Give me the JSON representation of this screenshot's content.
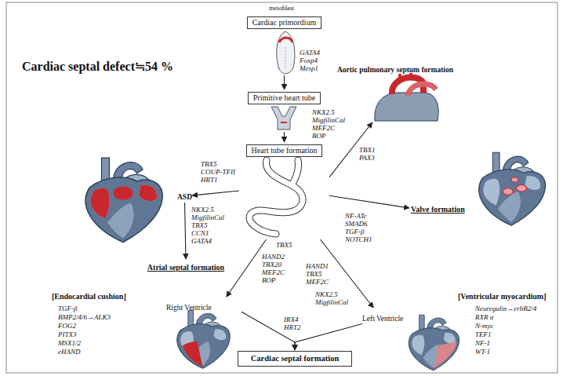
{
  "diagram": {
    "nodes": [
      {
        "text": [
          "Cardiac primordium"
        ]
      },
      {
        "text": [
          "Primitive heart tube"
        ]
      },
      {
        "text": [
          "Heart tube formation"
        ]
      },
      {
        "text": [
          "Aortic pulmonary septum formation"
        ]
      },
      {
        "text": [
          "Valve formation"
        ]
      },
      {
        "text": [
          "ASD"
        ]
      },
      {
        "text": [
          "Atrial septal formation"
        ]
      },
      {
        "text": [
          "Right Ventricle"
        ]
      },
      {
        "text": [
          "Left Ventricle"
        ]
      },
      {
        "text": [
          "Cardiac septal formation"
        ]
      }
    ],
    "edges": [
      {
        "from": 0,
        "to": 1,
        "arrow": "to"
      },
      {
        "from": 1,
        "to": 2,
        "arrow": "to"
      },
      {
        "from": 2,
        "to": 3,
        "arrow": "to"
      },
      {
        "from": 2,
        "to": 4,
        "arrow": "to"
      },
      {
        "from": 2,
        "to": 5,
        "arrow": "to"
      },
      {
        "from": 5,
        "to": 6,
        "arrow": "to"
      },
      {
        "from": 2,
        "to": 7,
        "arrow": "to"
      },
      {
        "from": 2,
        "to": 8,
        "arrow": "to"
      },
      {
        "from": 7,
        "to": 9,
        "arrow": "to"
      },
      {
        "from": 8,
        "to": 9,
        "arrow": "to"
      }
    ],
    "labels": [
      "mesoblast",
      "GATA4",
      "Foxp4",
      "Mesp1",
      "Cardiac septal defect≒54 %",
      "NKX2.5",
      "MigfilinCal",
      "MEF2C",
      "BOP",
      "TBX1",
      "PAX3",
      "TBX5",
      "COUP-TFII",
      "HRT1",
      "NF-ATc",
      "SMAD6",
      "TGF-β",
      "NOTCH1",
      "NKX2.5",
      "MigfilinCal",
      "TBX5",
      "CCN1",
      "GATA4",
      "TBX5",
      "HAND2",
      "TBX20",
      "MEF2C",
      "BOP",
      "HAND1",
      "TBX5",
      "MEF2C",
      "[Endocardial cushion]",
      "TGF-β",
      "BMP2/4/6→ALK3",
      "FOG2",
      "PITX3",
      "MSX1/2",
      "eHAND",
      "[Ventricular myocardium]",
      "Neuregulin→erbB2/4",
      "RXR α",
      "N-myc",
      "TEF1",
      "NF-1",
      "WT-1",
      "NKX2.5",
      "MigfilinCal",
      "IRX4",
      "HRT2"
    ]
  }
}
